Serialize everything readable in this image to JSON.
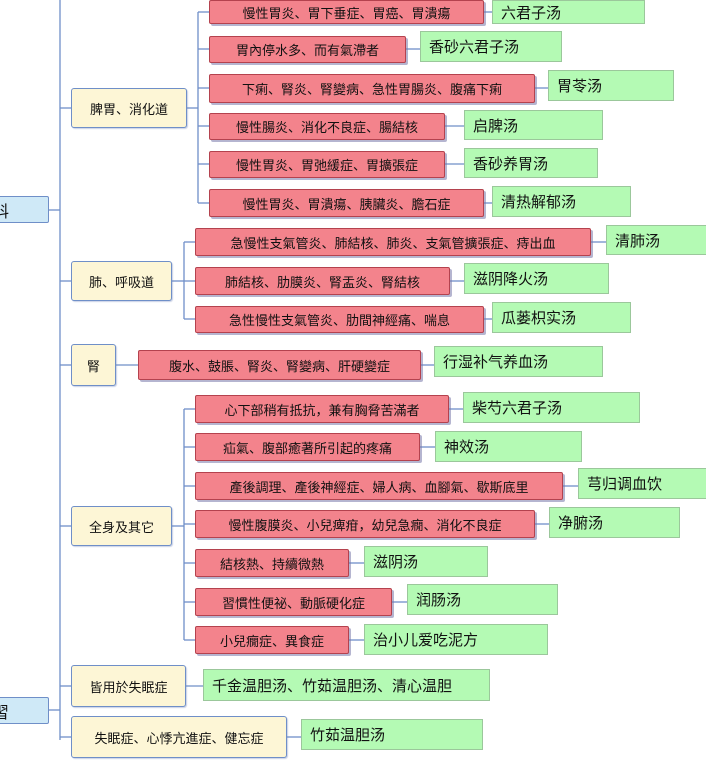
{
  "roots": [
    {
      "label": "科"
    },
    {
      "label": "習"
    }
  ],
  "categories": [
    {
      "label": "脾胃、消化道"
    },
    {
      "label": "肺、呼吸道"
    },
    {
      "label": "腎"
    },
    {
      "label": "全身及其它"
    },
    {
      "label": "皆用於失眠症"
    },
    {
      "label": "失眠症、心悸亢進症、健忘症"
    }
  ],
  "rows": [
    {
      "condition": "慢性胃炎、胃下垂症、胃癌、胃潰瘍",
      "remedy": "六君子汤"
    },
    {
      "condition": "胃內停水多、而有氣滯者",
      "remedy": "香砂六君子汤"
    },
    {
      "condition": "下痢、腎炎、腎變病、急性胃腸炎、腹痛下痢",
      "remedy": "胃苓汤"
    },
    {
      "condition": "慢性腸炎、消化不良症、腸結核",
      "remedy": "启脾汤"
    },
    {
      "condition": "慢性胃炎、胃弛緩症、胃擴張症",
      "remedy": "香砂养胃汤"
    },
    {
      "condition": "慢性胃炎、胃潰瘍、胰臟炎、膽石症",
      "remedy": "清热解郁汤"
    },
    {
      "condition": "急慢性支氣管炎、肺結核、肺炎、支氣管擴張症、痔出血",
      "remedy": "清肺汤"
    },
    {
      "condition": "肺結核、肋膜炎、腎盂炎、腎結核",
      "remedy": "滋阴降火汤"
    },
    {
      "condition": "急性慢性支氣管炎、肋間神經痛、喘息",
      "remedy": "瓜蒌枳实汤"
    },
    {
      "condition": "腹水、鼓脹、腎炎、腎變病、肝硬變症",
      "remedy": "行湿补气养血汤"
    },
    {
      "condition": "心下部稍有抵抗，兼有胸脅苦滿者",
      "remedy": "柴芍六君子汤"
    },
    {
      "condition": "疝氣、腹部癒著所引起的疼痛",
      "remedy": "神效汤"
    },
    {
      "condition": "產後調理、產後神經症、婦人病、血腳氣、歇斯底里",
      "remedy": "芎归调血饮"
    },
    {
      "condition": "慢性腹膜炎、小兒痺疳，幼兒急癇、消化不良症",
      "remedy": "净腑汤"
    },
    {
      "condition": "結核熱、持續微熱",
      "remedy": "滋阴汤"
    },
    {
      "condition": "習慣性便祕、動脈硬化症",
      "remedy": "润肠汤"
    },
    {
      "condition": "小兒癇症、異食症",
      "remedy": "治小儿爱吃泥方"
    }
  ],
  "sleep_remedies": [
    {
      "remedy": "千金温胆汤、竹茹温胆汤、清心温胆"
    },
    {
      "remedy": "竹茹温胆汤"
    }
  ],
  "colors": {
    "connector": "#6f8fc8",
    "category_fill": "#fdf6d6",
    "condition_fill": "#f3838c",
    "remedy_fill": "#b4fab4",
    "root_fill": "#cfe9f7"
  }
}
